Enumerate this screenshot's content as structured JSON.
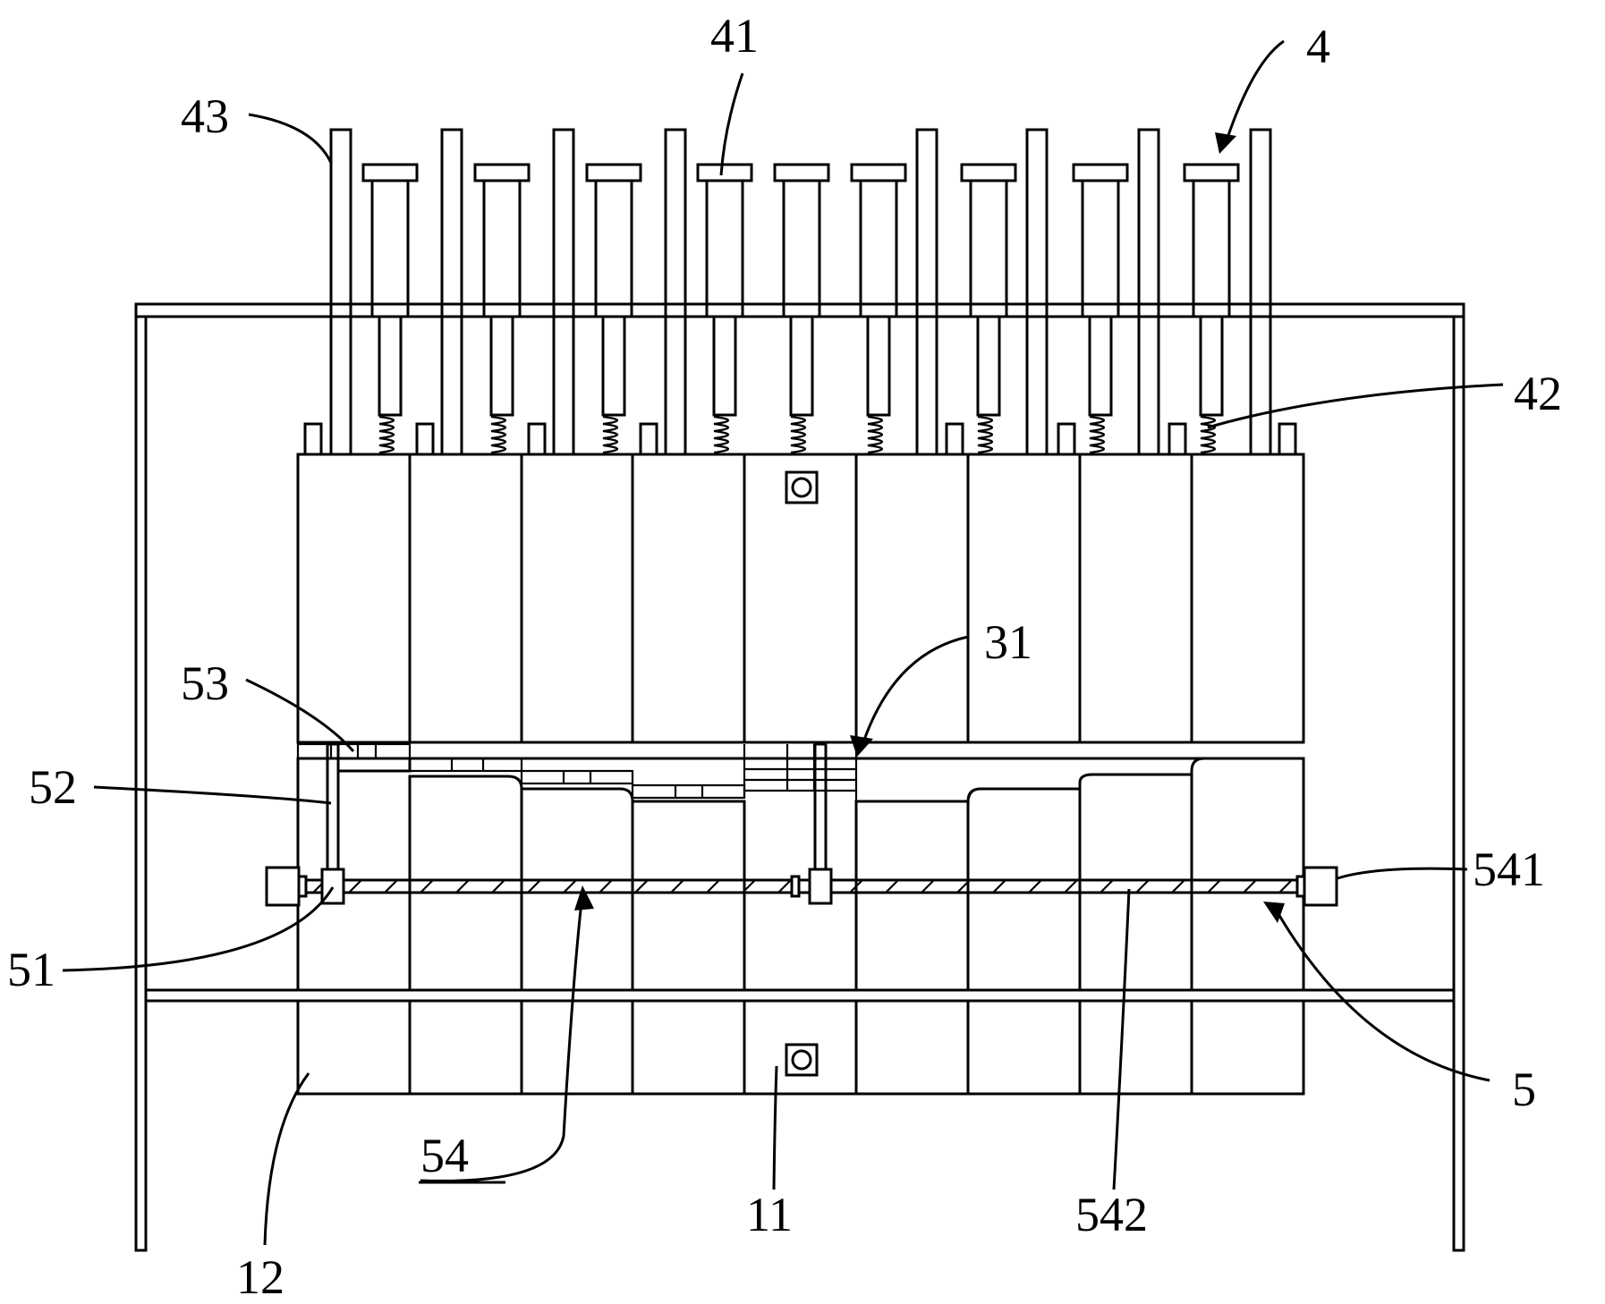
{
  "labels": {
    "l4": "4",
    "l41": "41",
    "l42": "42",
    "l43": "43",
    "l31": "31",
    "l51": "51",
    "l52": "52",
    "l53": "53",
    "l54": "54",
    "l541": "541",
    "l542": "542",
    "l5": "5",
    "l11": "11",
    "l12": "12"
  },
  "colors": {
    "line": "#000000",
    "background": "#ffffff"
  }
}
